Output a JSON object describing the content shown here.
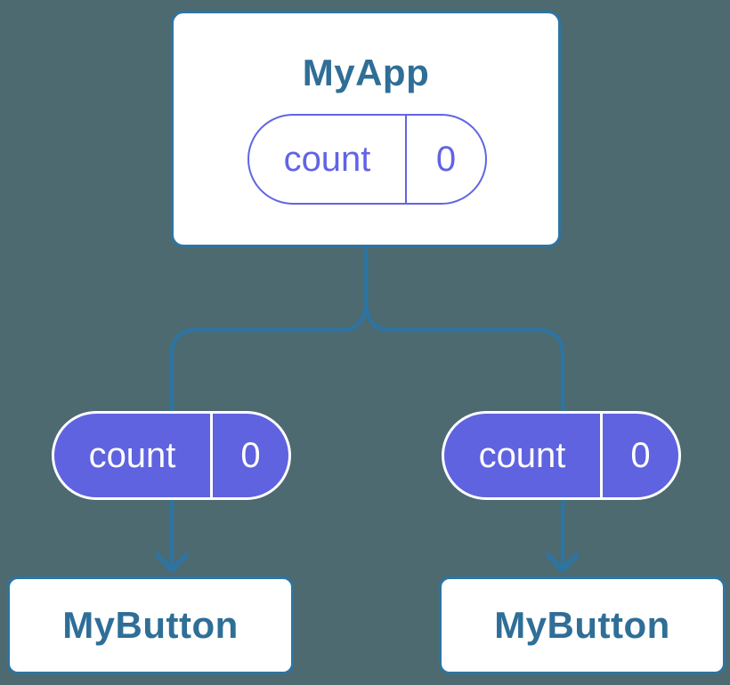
{
  "diagram": {
    "type": "component-tree",
    "parent": {
      "title": "MyApp",
      "state": {
        "name": "count",
        "value": "0"
      }
    },
    "children": [
      {
        "title": "MyButton",
        "prop": {
          "name": "count",
          "value": "0"
        }
      },
      {
        "title": "MyButton",
        "prop": {
          "name": "count",
          "value": "0"
        }
      }
    ],
    "colors": {
      "background": "#4c6a70",
      "connector_line": "#2e74a2",
      "node_border": "#2e74a2",
      "node_fill": "#ffffff",
      "title_text": "#2f6e97",
      "state_pill_outline": "#6164e4",
      "prop_pill_fill": "#5f63df",
      "prop_pill_text": "#ffffff"
    }
  }
}
